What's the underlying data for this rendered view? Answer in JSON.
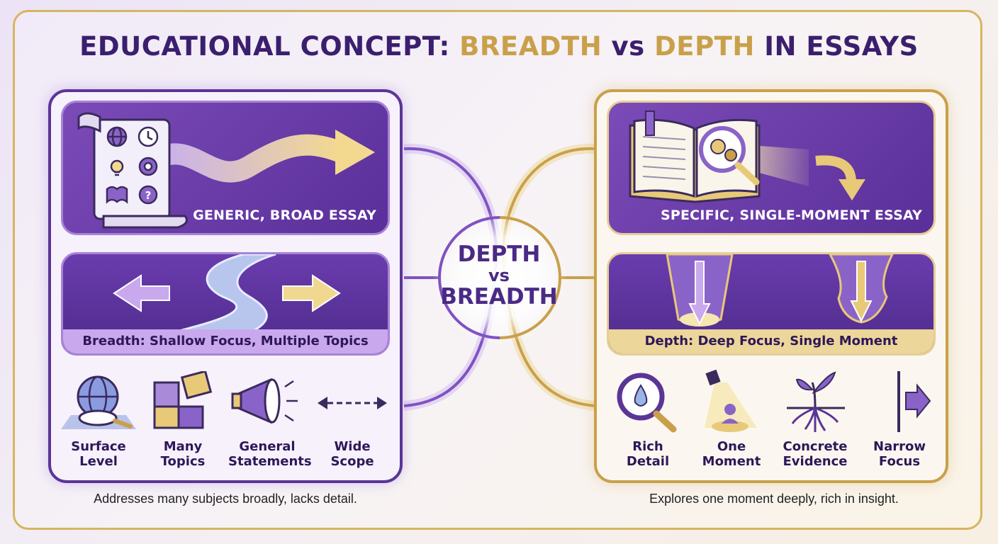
{
  "title": {
    "part1": "EDUCATIONAL CONCEPT: ",
    "breadth": "BREADTH",
    "vs": " vs ",
    "depth": "DEPTH",
    "part2": " IN ESSAYS"
  },
  "center": {
    "line1": "DEPTH",
    "line2": "vs",
    "line3": "BREADTH"
  },
  "left": {
    "top_label": "GENERIC, BROAD ESSAY",
    "strip": "Breadth: Shallow Focus, Multiple Topics",
    "features": [
      {
        "icon": "globe-magnifier-icon",
        "line1": "Surface",
        "line2": "Level"
      },
      {
        "icon": "puzzle-icon",
        "line1": "Many",
        "line2": "Topics"
      },
      {
        "icon": "megaphone-icon",
        "line1": "General",
        "line2": "Statements"
      },
      {
        "icon": "double-arrow-icon",
        "line1": "Wide",
        "line2": "Scope"
      }
    ],
    "caption": "Addresses many subjects broadly, lacks detail."
  },
  "right": {
    "top_label": "SPECIFIC, SINGLE-MOMENT ESSAY",
    "strip": "Depth: Deep Focus, Single Moment",
    "features": [
      {
        "icon": "magnifier-drop-icon",
        "line1": "Rich",
        "line2": "Detail"
      },
      {
        "icon": "spotlight-icon",
        "line1": "One",
        "line2": "Moment"
      },
      {
        "icon": "plant-roots-icon",
        "line1": "Concrete",
        "line2": "Evidence"
      },
      {
        "icon": "narrow-arrow-icon",
        "line1": "Narrow",
        "line2": "Focus"
      }
    ],
    "caption": "Explores one moment deeply, rich in insight."
  },
  "colors": {
    "purple": "#5b3596",
    "gold": "#c9a04a",
    "title": "#3b1f6e"
  }
}
